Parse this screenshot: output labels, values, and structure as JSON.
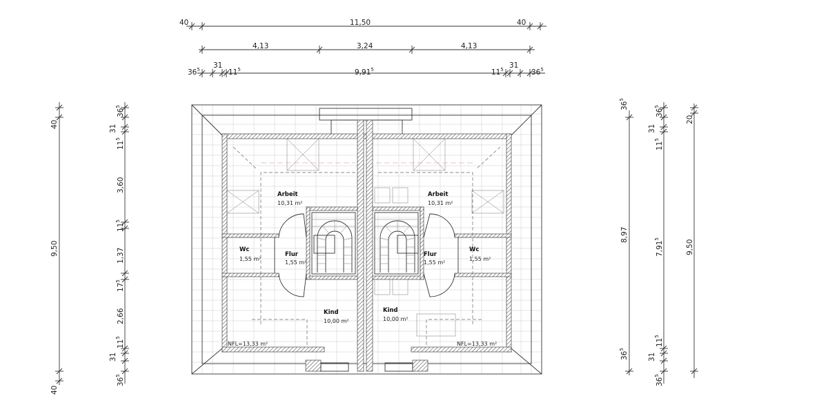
{
  "dimensions": {
    "top_overall": {
      "left": "40",
      "middle": "11,50",
      "right": "40"
    },
    "top_rooms": {
      "a": "4,13",
      "b": "3,24",
      "c": "4,13"
    },
    "top_inner": {
      "a_base": "36",
      "a_sup": "5",
      "b": "31",
      "c_base": "11",
      "c_sup": "5",
      "d_base": "9,91",
      "d_sup": "5",
      "e_base": "11",
      "e_sup": "5",
      "f": "31",
      "g_base": "36",
      "g_sup": "5"
    },
    "left_outer": {
      "top": "40",
      "middle": "9,50",
      "bottom": "40"
    },
    "left_inner": {
      "s1_base": "36",
      "s1_sup": "5",
      "s2": "31",
      "s3_base": "11",
      "s3_sup": "5",
      "s4": "3,60",
      "s5_base": "11",
      "s5_sup": "5",
      "s6": "1,37",
      "s7_base": "17",
      "s7_sup": "5",
      "s8": "2,66",
      "s9_base": "11",
      "s9_sup": "5",
      "s10": "31",
      "s11_base": "36",
      "s11_sup": "5"
    },
    "right_a": {
      "top_base": "36",
      "top_sup": "5",
      "middle": "8,97",
      "bottom_base": "36",
      "bottom_sup": "5"
    },
    "right_b": {
      "s1_base": "36",
      "s1_sup": "5",
      "s2": "31",
      "s3_base": "11",
      "s3_sup": "5",
      "s4_base": "7,91",
      "s4_sup": "5",
      "s5_base": "11",
      "s5_sup": "5",
      "s6": "31",
      "s7_base": "36",
      "s7_sup": "5"
    },
    "right_c": {
      "top": "20",
      "middle": "9,50"
    }
  },
  "rooms": {
    "arbeit_left": {
      "name": "Arbeit",
      "area": "10,31 m²"
    },
    "arbeit_right": {
      "name": "Arbeit",
      "area": "10,31 m²"
    },
    "wc_left": {
      "name": "Wc",
      "area": "1,55 m²"
    },
    "wc_right": {
      "name": "Wc",
      "area": "1,55 m²"
    },
    "flur_left": {
      "name": "Flur",
      "area": "1,55 m²"
    },
    "flur_right": {
      "name": "Flur",
      "area": "1,55 m²"
    },
    "kind_left": {
      "name": "Kind",
      "area": "10,00 m²"
    },
    "kind_right": {
      "name": "Kind",
      "area": "10,00 m²"
    }
  },
  "nfl": {
    "left": "NFL=13,33 m²",
    "right": "NFL=13,33 m²"
  }
}
